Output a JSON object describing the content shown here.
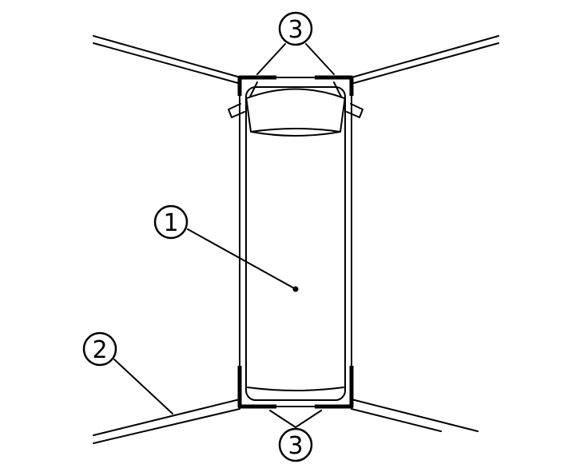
{
  "diagram": {
    "stroke_color": "#000000",
    "background_color": "#ffffff",
    "callouts": {
      "vehicle": "1",
      "boundary": "2",
      "corners_top": "3",
      "corners_bottom": "3"
    }
  }
}
